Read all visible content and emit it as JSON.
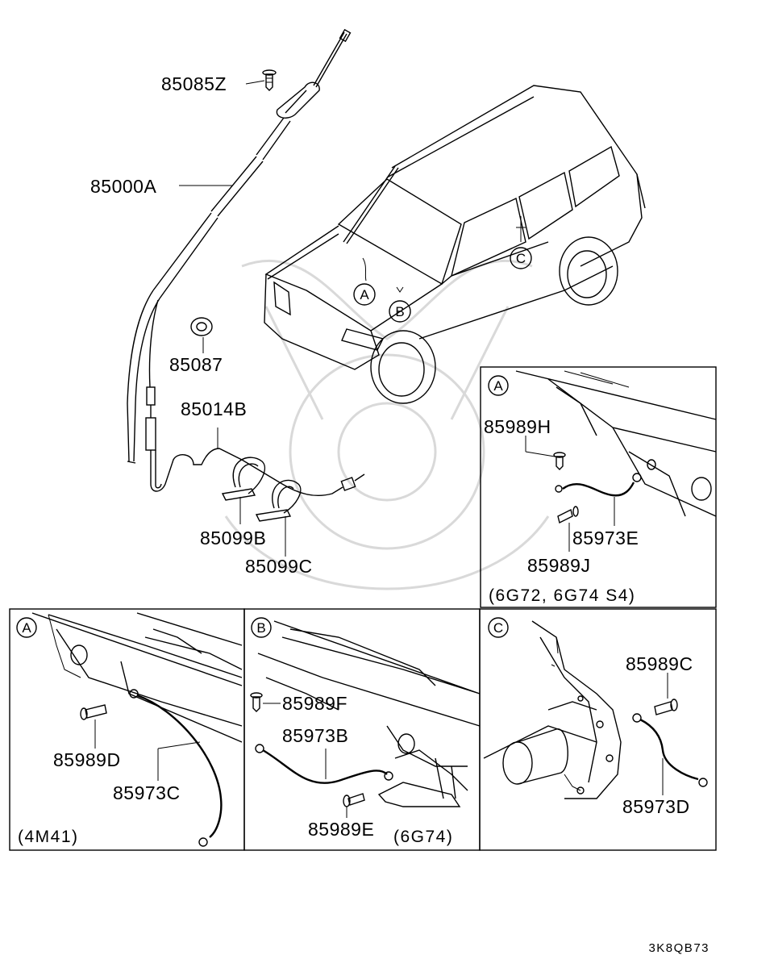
{
  "parts": {
    "p85085Z": "85085Z",
    "p85000A": "85000A",
    "p85087": "85087",
    "p85014B": "85014B",
    "p85099B": "85099B",
    "p85099C": "85099C",
    "p85989H": "85989H",
    "p85973E": "85973E",
    "p85989J": "85989J",
    "p85989D": "85989D",
    "p85973C": "85973C",
    "p85989F": "85989F",
    "p85973B": "85973B",
    "p85989E": "85989E",
    "p85989C": "85989C",
    "p85973D": "85973D"
  },
  "callouts": {
    "a": "A",
    "b": "B",
    "c": "C"
  },
  "notes": {
    "a_right": "(6G72, 6G74  S4)",
    "a_left": "(4M41)",
    "b": "(6G74)"
  },
  "diagram_code": "3K8QB73"
}
